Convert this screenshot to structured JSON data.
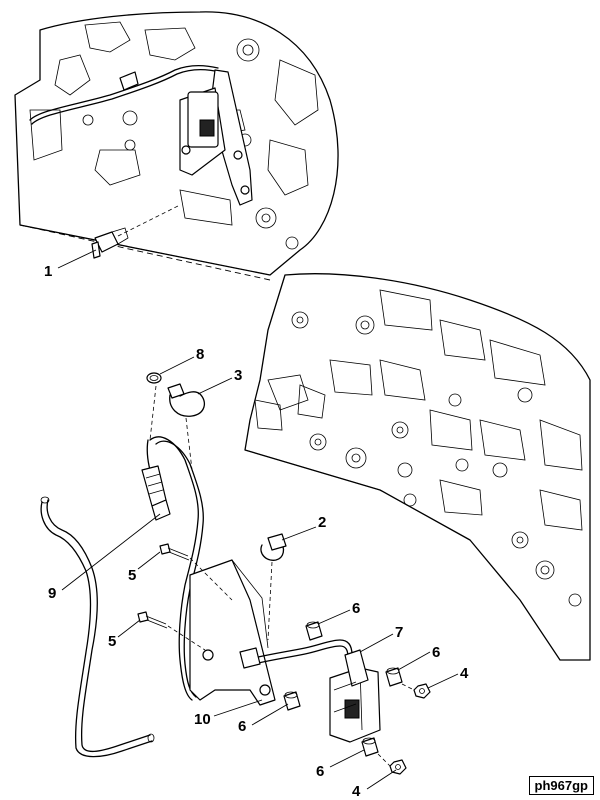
{
  "diagram": {
    "callouts": {
      "c1": "1",
      "c2": "2",
      "c3": "3",
      "c4a": "4",
      "c4b": "4",
      "c5a": "5",
      "c5b": "5",
      "c6a": "6",
      "c6b": "6",
      "c6c": "6",
      "c6d": "6",
      "c7": "7",
      "c8": "8",
      "c9": "9",
      "c10": "10"
    },
    "reference_code": "ph967gp"
  }
}
